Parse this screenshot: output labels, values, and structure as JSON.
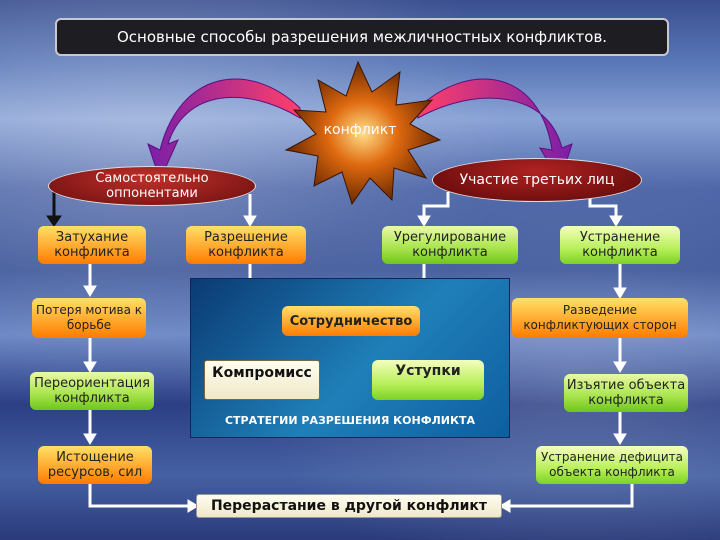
{
  "title": "Основные способы разрешения межличностных конфликтов.",
  "center": "конфликт",
  "ovals": {
    "self": "Самостоятельно оппонентами",
    "third": "Участие третьих лиц"
  },
  "left_column": [
    "Затухание конфликта",
    "Потеря мотива к борьбе",
    "Переориентация конфликта",
    "Истощение ресурсов, сил"
  ],
  "resolution": "Разрешение конфликта",
  "regulation": "Урегулирование конфликта",
  "right_column": [
    "Устранение конфликта",
    "Разведение конфликтующих сторон",
    "Изъятие объекта конфликта",
    "Устранение дефицита объекта конфликта"
  ],
  "strategies": {
    "cooperation": "Сотрудничество",
    "compromise": "Компромисс",
    "concessions": "Уступки",
    "caption": "СТРАТЕГИИ РАЗРЕШЕНИЯ КОНФЛИКТА"
  },
  "bottom": "Перерастание в другой конфликт"
}
